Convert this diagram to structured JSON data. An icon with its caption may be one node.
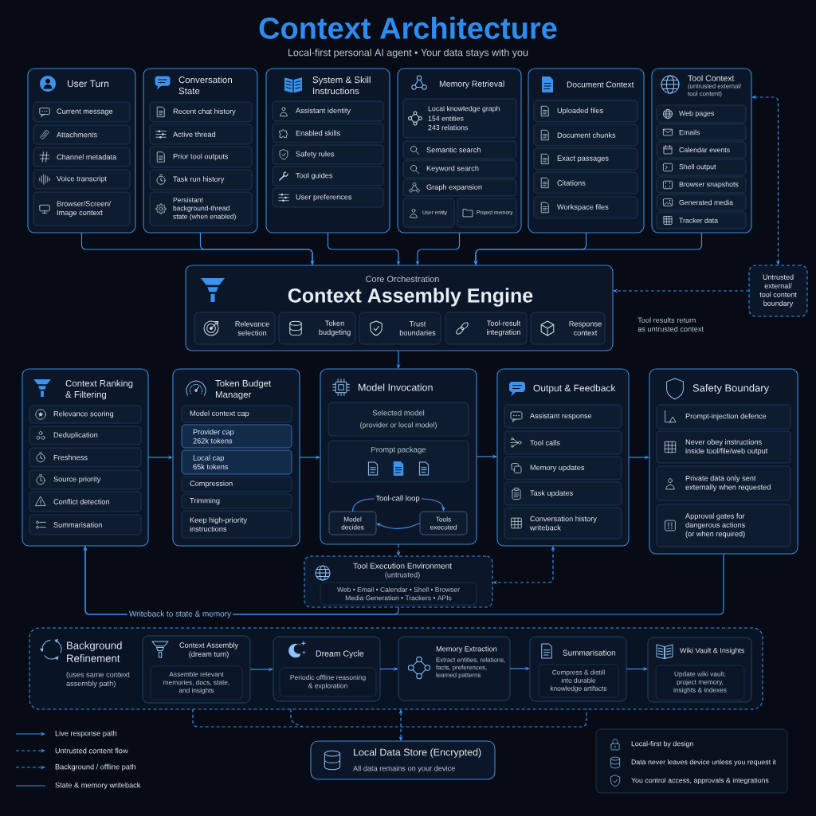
{
  "diagram": {
    "title": "Context Architecture",
    "nodes": [
      {
        "text": [
          "User Turn"
        ]
      },
      {
        "text": [
          "Current message"
        ],
        "in": 0
      },
      {
        "text": [
          "Attachments"
        ],
        "in": 0
      },
      {
        "text": [
          "Channel metadata"
        ],
        "in": 0
      },
      {
        "text": [
          "Voice transcript"
        ],
        "in": 0
      },
      {
        "text": [
          "Browser/Screen/ Image context"
        ],
        "in": 0
      },
      {
        "text": [
          "Conversation State"
        ]
      },
      {
        "text": [
          "Recent chat history"
        ],
        "in": 6
      },
      {
        "text": [
          "Active thread"
        ],
        "in": 6
      },
      {
        "text": [
          "Prior tool outputs"
        ],
        "in": 6
      },
      {
        "text": [
          "Task run history"
        ],
        "in": 6
      },
      {
        "text": [
          "Persistant background-thread state (when enabled)"
        ],
        "in": 6
      },
      {
        "text": [
          "System & Skill Instructions"
        ]
      },
      {
        "text": [
          "Assistant identity"
        ],
        "in": 12
      },
      {
        "text": [
          "Enabled skills"
        ],
        "in": 12
      },
      {
        "text": [
          "Safety rules"
        ],
        "in": 12
      },
      {
        "text": [
          "Tool guides"
        ],
        "in": 12
      },
      {
        "text": [
          "User preferences"
        ],
        "in": 12
      },
      {
        "text": [
          "Memory Retrieval"
        ]
      },
      {
        "text": [
          "Local knowledge graph",
          "154 entities",
          "243 relations"
        ],
        "in": 18
      },
      {
        "text": [
          "Semantic search"
        ],
        "in": 18
      },
      {
        "text": [
          "Keyword search"
        ],
        "in": 18
      },
      {
        "text": [
          "Graph expansion"
        ],
        "in": 18
      },
      {
        "text": [
          "User entity"
        ],
        "in": 18
      },
      {
        "text": [
          "Project memory"
        ],
        "in": 18
      },
      {
        "text": [
          "Document Context"
        ]
      },
      {
        "text": [
          "Uploaded files"
        ],
        "in": 25
      },
      {
        "text": [
          "Document chunks"
        ],
        "in": 25
      },
      {
        "text": [
          "Exact passages"
        ],
        "in": 25
      },
      {
        "text": [
          "Citations"
        ],
        "in": 25
      },
      {
        "text": [
          "Workspace files"
        ],
        "in": 25
      },
      {
        "text": [
          "Tool Context",
          "(untrusted external/ tool content)"
        ]
      },
      {
        "text": [
          "Web pages"
        ],
        "in": 31
      },
      {
        "text": [
          "Emails"
        ],
        "in": 31
      },
      {
        "text": [
          "Calendar events"
        ],
        "in": 31
      },
      {
        "text": [
          "Shell output"
        ],
        "in": 31
      },
      {
        "text": [
          "Browser snapshots"
        ],
        "in": 31
      },
      {
        "text": [
          "Generated media"
        ],
        "in": 31
      },
      {
        "text": [
          "Tracker data"
        ],
        "in": 31
      },
      {
        "text": [
          "Core Orchestration",
          "Context Assembly Engine"
        ]
      },
      {
        "text": [
          "Relevance selection"
        ],
        "in": 39
      },
      {
        "text": [
          "Token budgeting"
        ],
        "in": 39
      },
      {
        "text": [
          "Trust boundaries"
        ],
        "in": 39
      },
      {
        "text": [
          "Tool-result integration"
        ],
        "in": 39
      },
      {
        "text": [
          "Response context"
        ],
        "in": 39
      },
      {
        "text": [
          "Untrusted external/ tool content boundary"
        ]
      },
      {
        "text": [
          "Context Ranking & Filtering"
        ]
      },
      {
        "text": [
          "Relevance scoring"
        ],
        "in": 46
      },
      {
        "text": [
          "Deduplication"
        ],
        "in": 46
      },
      {
        "text": [
          "Freshness"
        ],
        "in": 46
      },
      {
        "text": [
          "Source priority"
        ],
        "in": 46
      },
      {
        "text": [
          "Conflict detection"
        ],
        "in": 46
      },
      {
        "text": [
          "Summarisation"
        ],
        "in": 46
      },
      {
        "text": [
          "Token Budget Manager"
        ]
      },
      {
        "text": [
          "Model context cap"
        ],
        "in": 53
      },
      {
        "text": [
          "Provider cap 262k tokens"
        ],
        "in": 53
      },
      {
        "text": [
          "Local cap 65k tokens"
        ],
        "in": 53
      },
      {
        "text": [
          "Compression"
        ],
        "in": 53
      },
      {
        "text": [
          "Trimming"
        ],
        "in": 53
      },
      {
        "text": [
          "Keep high-priority instructions"
        ],
        "in": 53
      },
      {
        "text": [
          "Model Invocation"
        ]
      },
      {
        "text": [
          "Selected model",
          "(provider or local model)"
        ],
        "in": 60
      },
      {
        "text": [
          "Prompt package"
        ],
        "in": 60
      },
      {
        "text": [
          "Model decides"
        ],
        "in": 60
      },
      {
        "text": [
          "Tools executed"
        ],
        "in": 60
      },
      {
        "text": [
          "Output & Feedback"
        ]
      },
      {
        "text": [
          "Assistant response"
        ],
        "in": 65
      },
      {
        "text": [
          "Tool calls"
        ],
        "in": 65
      },
      {
        "text": [
          "Memory updates"
        ],
        "in": 65
      },
      {
        "text": [
          "Task updates"
        ],
        "in": 65
      },
      {
        "text": [
          "Conversation history writeback"
        ],
        "in": 65
      },
      {
        "text": [
          "Safety Boundary"
        ]
      },
      {
        "text": [
          "Prompt-injection defence"
        ],
        "in": 71
      },
      {
        "text": [
          "Never obey instructions inside tool/file/web output"
        ],
        "in": 71
      },
      {
        "text": [
          "Private data only sent externally when requested"
        ],
        "in": 71
      },
      {
        "text": [
          "Approval gates for dangerous actions (or when required)"
        ],
        "in": 71
      },
      {
        "text": [
          "Tool Execution Environment",
          "(untrusted)"
        ]
      },
      {
        "text": [
          "Web • Email • Calendar • Shell • Browser Media Generation • Trackers • APIs"
        ],
        "in": 76
      },
      {
        "text": [
          "Background Refinement",
          "(uses same context assembly path)"
        ]
      },
      {
        "text": [
          "Context Assembly (dream turn)"
        ],
        "in": 78
      },
      {
        "text": [
          "Assemble relevant memories, docs, state, and insights"
        ],
        "in": 79
      },
      {
        "text": [
          "Dream Cycle"
        ],
        "in": 78
      },
      {
        "text": [
          "Periodic offline reasoning & exploration"
        ],
        "in": 81
      },
      {
        "text": [
          "Memory Extraction",
          "Extract entities, relations, facts, preferences, learned patterns"
        ],
        "in": 78
      },
      {
        "text": [
          "Summarisation"
        ],
        "in": 78
      },
      {
        "text": [
          "Compress & distill into durable knowledge artifacts"
        ],
        "in": 84
      },
      {
        "text": [
          "Wiki Vault & Insights"
        ],
        "in": 78
      },
      {
        "text": [
          "Update wiki vault, project memory, insights & indexes"
        ],
        "in": 86
      },
      {
        "text": [
          "Local Data Store (Encrypted)",
          "All data remains on your device"
        ]
      },
      {
        "text": [
          "Local-first by design",
          "Data never leaves device unless you request it",
          "You control access, approvals & integrations"
        ]
      }
    ],
    "edges": [
      {
        "from": 0,
        "to": 39,
        "arrow": "to"
      },
      {
        "from": 6,
        "to": 39,
        "arrow": "to"
      },
      {
        "from": 12,
        "to": 39,
        "arrow": "to"
      },
      {
        "from": 18,
        "to": 39,
        "arrow": "to"
      },
      {
        "from": 25,
        "to": 39,
        "arrow": "to"
      },
      {
        "from": 31,
        "to": 39,
        "arrow": "to"
      },
      {
        "from": 31,
        "to": 45,
        "arrow": "both",
        "style": "dashed"
      },
      {
        "from": 45,
        "to": 39,
        "arrow": "to",
        "style": "dashed",
        "label": "Tool results return as untrusted context"
      },
      {
        "from": 39,
        "to": 60,
        "arrow": "to"
      },
      {
        "from": 46,
        "to": 53,
        "arrow": "to"
      },
      {
        "from": 53,
        "to": 60,
        "arrow": "to"
      },
      {
        "from": 60,
        "to": 65,
        "arrow": "to"
      },
      {
        "from": 65,
        "to": 71,
        "arrow": "to"
      },
      {
        "from": 63,
        "to": 64,
        "arrow": "to",
        "label": "Tool-call loop"
      },
      {
        "from": 64,
        "to": 63,
        "arrow": "to"
      },
      {
        "from": 60,
        "to": 76,
        "arrow": "to",
        "style": "dashed"
      },
      {
        "from": 65,
        "to": 76,
        "arrow": "both",
        "style": "dashed"
      },
      {
        "from": 71,
        "to": 46,
        "arrow": "to",
        "label": "Writeback to state & memory"
      },
      {
        "from": 76,
        "to": 46,
        "arrow": "to"
      },
      {
        "from": 79,
        "to": 81,
        "arrow": "to"
      },
      {
        "from": 81,
        "to": 83,
        "arrow": "to"
      },
      {
        "from": 83,
        "to": 84,
        "arrow": "to"
      },
      {
        "from": 84,
        "to": 86,
        "arrow": "to"
      },
      {
        "from": 78,
        "to": 88,
        "arrow": "both",
        "style": "dashed"
      }
    ],
    "labels": [
      "Local-first personal AI agent • Your data stays with you"
    ],
    "legend": [
      {
        "text": "Live response path"
      },
      {
        "text": "Untrusted content flow"
      },
      {
        "text": "Background / offline path"
      },
      {
        "text": "State & memory writeback"
      }
    ]
  }
}
